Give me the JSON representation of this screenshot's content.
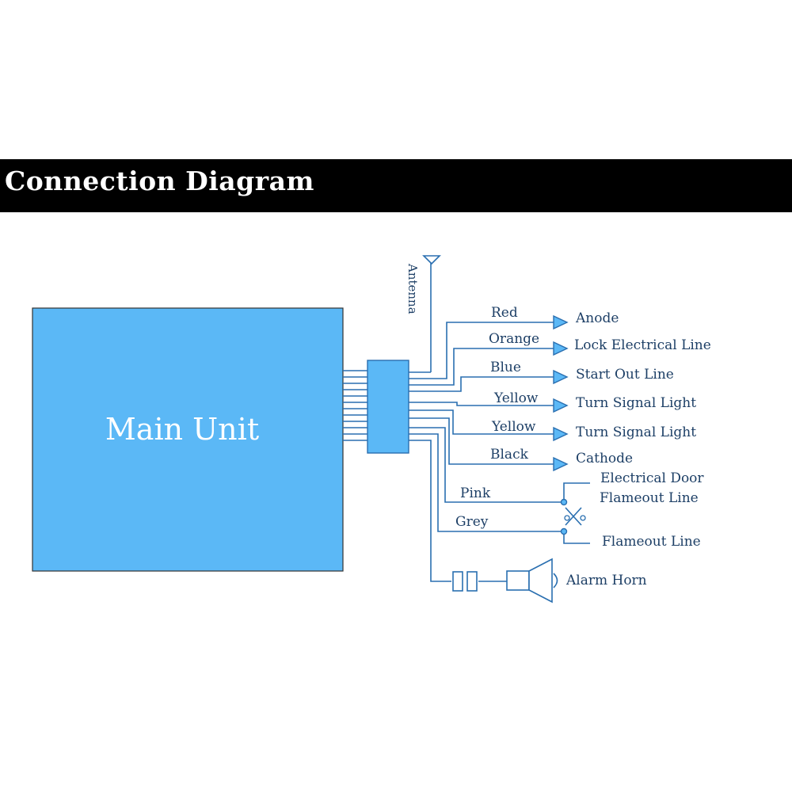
{
  "title": "Connection Diagram",
  "main_unit_label": "Main Unit",
  "antenna_label": "Antenna",
  "colors": {
    "main_unit_fill": "#5bb8f6",
    "wire": "#2a6fb0",
    "label_text": "#1d3f66",
    "title_bar": "#000000"
  },
  "wires": [
    {
      "color_name": "Red",
      "target": "Anode"
    },
    {
      "color_name": "Orange",
      "target": "Lock Electrical Line"
    },
    {
      "color_name": "Blue",
      "target": "Start Out Line"
    },
    {
      "color_name": "Yellow",
      "target": "Turn Signal Light"
    },
    {
      "color_name": "Yellow",
      "target": "Turn Signal Light"
    },
    {
      "color_name": "Black",
      "target": "Cathode"
    }
  ],
  "door_wires": {
    "pink": "Pink",
    "grey": "Grey",
    "target_top_line1": "Electrical Door",
    "target_top_line2": "Flameout Line",
    "target_bottom": "Flameout Line",
    "switch_icon": "scissors-switch-icon"
  },
  "horn": {
    "target": "Alarm Horn",
    "icon": "horn-icon",
    "fuse_icon": "fuse-icon"
  }
}
